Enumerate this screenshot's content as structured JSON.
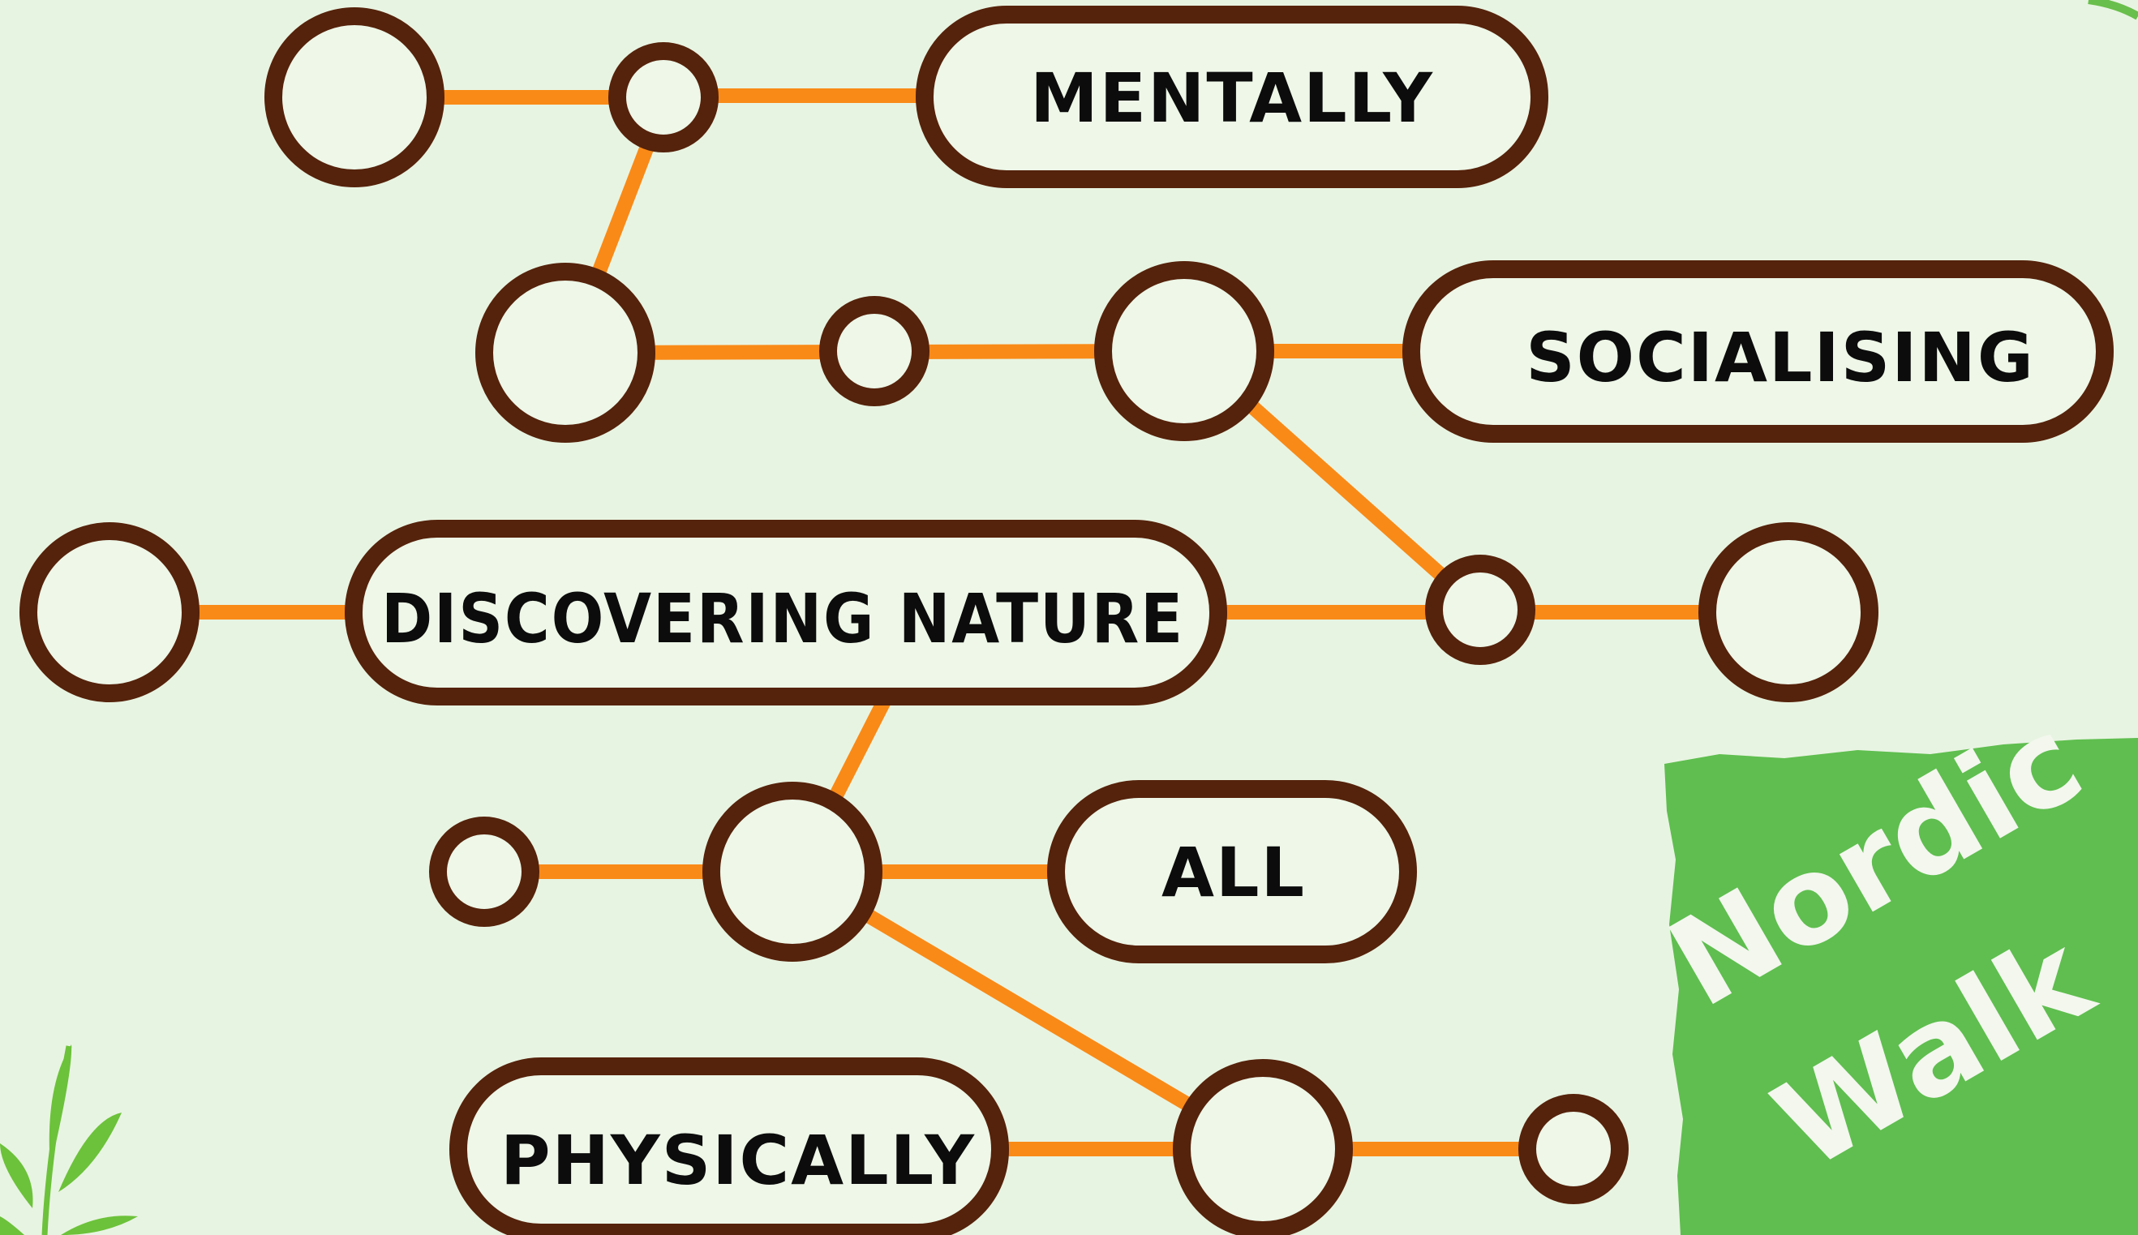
{
  "diagram": {
    "labels": {
      "mentally": "MENTALLY",
      "socialising": "SOCIALISING",
      "discovering_nature": "DISCOVERING NATURE",
      "all": "ALL",
      "physically": "PHYSICALLY"
    },
    "colors": {
      "line": "#f98a17",
      "outline": "#55220b",
      "node_fill": "#eef7e8",
      "text": "#0c0c0c"
    }
  },
  "badge": {
    "line1": "Nordic",
    "line2": "Walk",
    "color": "#5fbe4f",
    "text_color": "#f3f7ee"
  },
  "decorations": {
    "plant_color": "#6cc23a",
    "corner_arc_color": "#69bf4b"
  }
}
